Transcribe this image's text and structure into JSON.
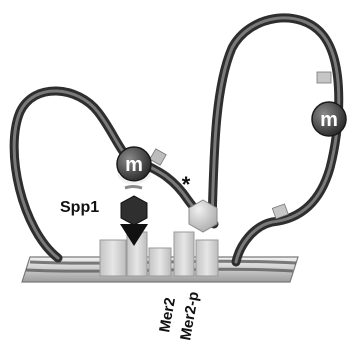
{
  "figure": {
    "labels": {
      "spp1": "Spp1",
      "mer2": "Mer2",
      "mer2p": "Mer2-p",
      "asterisk": "*"
    },
    "markers": {
      "m_left": "m",
      "m_right": "m"
    },
    "colors": {
      "background": "#ffffff",
      "loop_strand": "#4a4a4a",
      "loop_highlight": "#9a9a9a",
      "axis_bar": "#cfcfcf",
      "axis_protein": "#d6d6d6",
      "spp1_body": "#2f2f2f",
      "spp1_arrow": "#111111",
      "m_marker": "#3a3a3a",
      "hexagon": "#cdcdcd"
    }
  }
}
